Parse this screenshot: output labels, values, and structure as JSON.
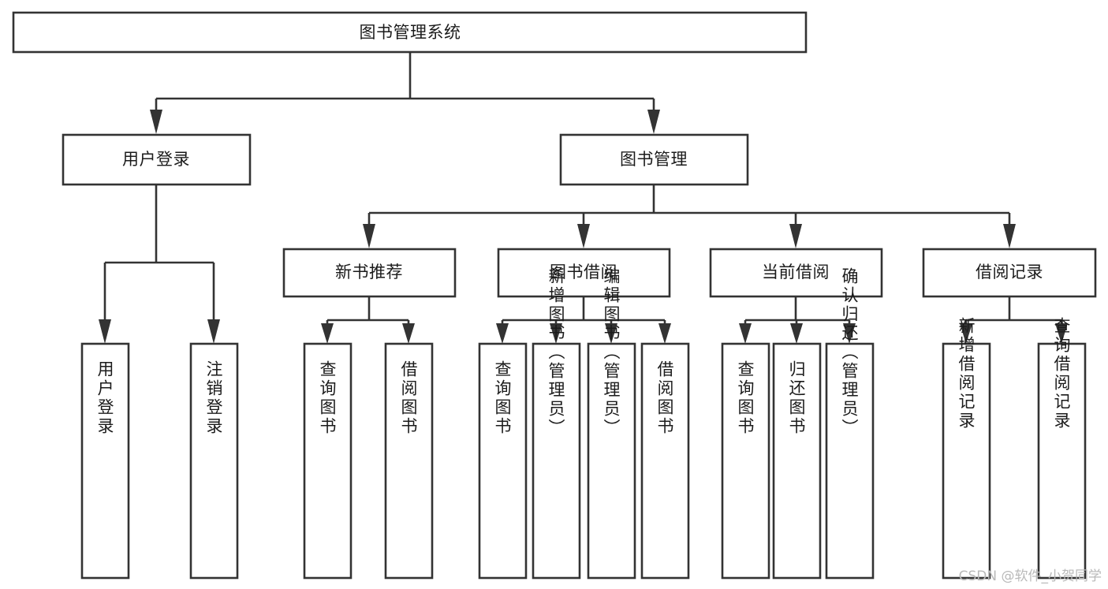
{
  "diagram": {
    "title": "图书管理系统",
    "type": "hierarchy-tree",
    "watermark": "CSDN @软件_小贺同学",
    "colors": {
      "stroke": "#333333",
      "box_fill": "#ffffff",
      "text": "#1b1b1b",
      "background": "#ffffff",
      "watermark": "#b9b9b9"
    },
    "nodes": {
      "root": {
        "label": "图书管理系统",
        "orientation": "horizontal"
      },
      "l1_user_login": {
        "label": "用户登录",
        "orientation": "horizontal"
      },
      "l1_book_mgmt": {
        "label": "图书管理",
        "orientation": "horizontal"
      },
      "l2_new_book_rec": {
        "label": "新书推荐",
        "orientation": "horizontal"
      },
      "l2_book_borrow": {
        "label": "图书借阅",
        "orientation": "horizontal"
      },
      "l2_current_borrow": {
        "label": "当前借阅",
        "orientation": "horizontal"
      },
      "l2_borrow_record": {
        "label": "借阅记录",
        "orientation": "horizontal"
      },
      "leaf_user_login": {
        "label": "用户登录",
        "orientation": "vertical"
      },
      "leaf_logout_login": {
        "label": "注销登录",
        "orientation": "vertical"
      },
      "leaf_query_book_1": {
        "label": "查询图书",
        "orientation": "vertical"
      },
      "leaf_borrow_book_1": {
        "label": "借阅图书",
        "orientation": "vertical"
      },
      "leaf_query_book_2": {
        "label": "查询图书",
        "orientation": "vertical"
      },
      "leaf_add_book_admin": {
        "label": "新增图书（管理员）",
        "orientation": "vertical"
      },
      "leaf_edit_book_admin": {
        "label": "编辑图书（管理员）",
        "orientation": "vertical"
      },
      "leaf_borrow_book_2": {
        "label": "借阅图书",
        "orientation": "vertical"
      },
      "leaf_query_book_3": {
        "label": "查询图书",
        "orientation": "vertical"
      },
      "leaf_return_book": {
        "label": "归还图书",
        "orientation": "vertical"
      },
      "leaf_confirm_return_admin": {
        "label": "确认归还（管理员）",
        "orientation": "vertical"
      },
      "leaf_add_borrow_record": {
        "label": "新增借阅记录",
        "orientation": "vertical"
      },
      "leaf_query_borrow_record": {
        "label": "查询借阅记录",
        "orientation": "vertical"
      }
    },
    "edges": [
      {
        "from": "root",
        "to": "l1_user_login"
      },
      {
        "from": "root",
        "to": "l1_book_mgmt"
      },
      {
        "from": "l1_user_login",
        "to": "leaf_user_login"
      },
      {
        "from": "l1_user_login",
        "to": "leaf_logout_login"
      },
      {
        "from": "l1_book_mgmt",
        "to": "l2_new_book_rec"
      },
      {
        "from": "l1_book_mgmt",
        "to": "l2_book_borrow"
      },
      {
        "from": "l1_book_mgmt",
        "to": "l2_current_borrow"
      },
      {
        "from": "l1_book_mgmt",
        "to": "l2_borrow_record"
      },
      {
        "from": "l2_new_book_rec",
        "to": "leaf_query_book_1"
      },
      {
        "from": "l2_new_book_rec",
        "to": "leaf_borrow_book_1"
      },
      {
        "from": "l2_book_borrow",
        "to": "leaf_query_book_2"
      },
      {
        "from": "l2_book_borrow",
        "to": "leaf_add_book_admin"
      },
      {
        "from": "l2_book_borrow",
        "to": "leaf_edit_book_admin"
      },
      {
        "from": "l2_book_borrow",
        "to": "leaf_borrow_book_2"
      },
      {
        "from": "l2_current_borrow",
        "to": "leaf_query_book_3"
      },
      {
        "from": "l2_current_borrow",
        "to": "leaf_return_book"
      },
      {
        "from": "l2_current_borrow",
        "to": "leaf_confirm_return_admin"
      },
      {
        "from": "l2_borrow_record",
        "to": "leaf_add_borrow_record"
      },
      {
        "from": "l2_borrow_record",
        "to": "leaf_query_borrow_record"
      }
    ]
  }
}
